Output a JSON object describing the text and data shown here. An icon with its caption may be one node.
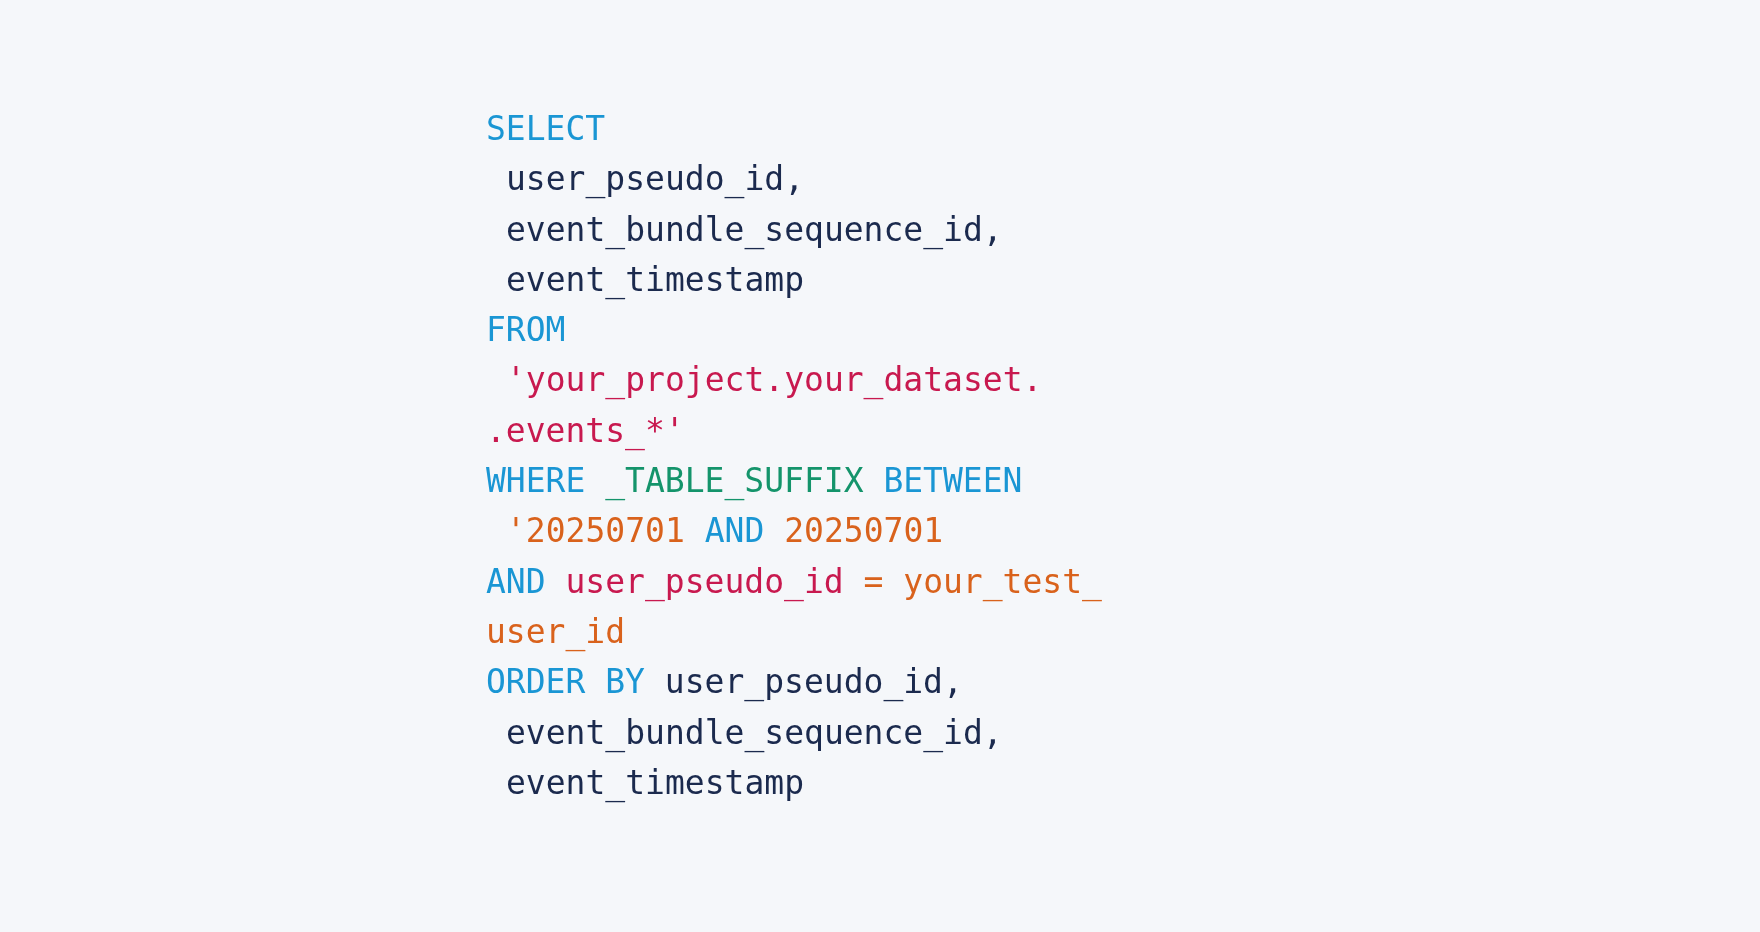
{
  "diagram": {
    "labels": [
      "SELECT",
      "user_pseudo_id,",
      "event_bundle_sequence_id,",
      "event_timestamp",
      "FROM",
      "'your_project.your_dataset.",
      ".events_*'",
      "WHERE _TABLE_SUFFIX BETWEEN",
      "'20250701 AND 20250701",
      "AND user_pseudo_id = your_test_",
      "user_id",
      "ORDER BY user_pseudo_id,",
      "event_bundle_sequence_id,",
      "event_timestamp"
    ]
  }
}
